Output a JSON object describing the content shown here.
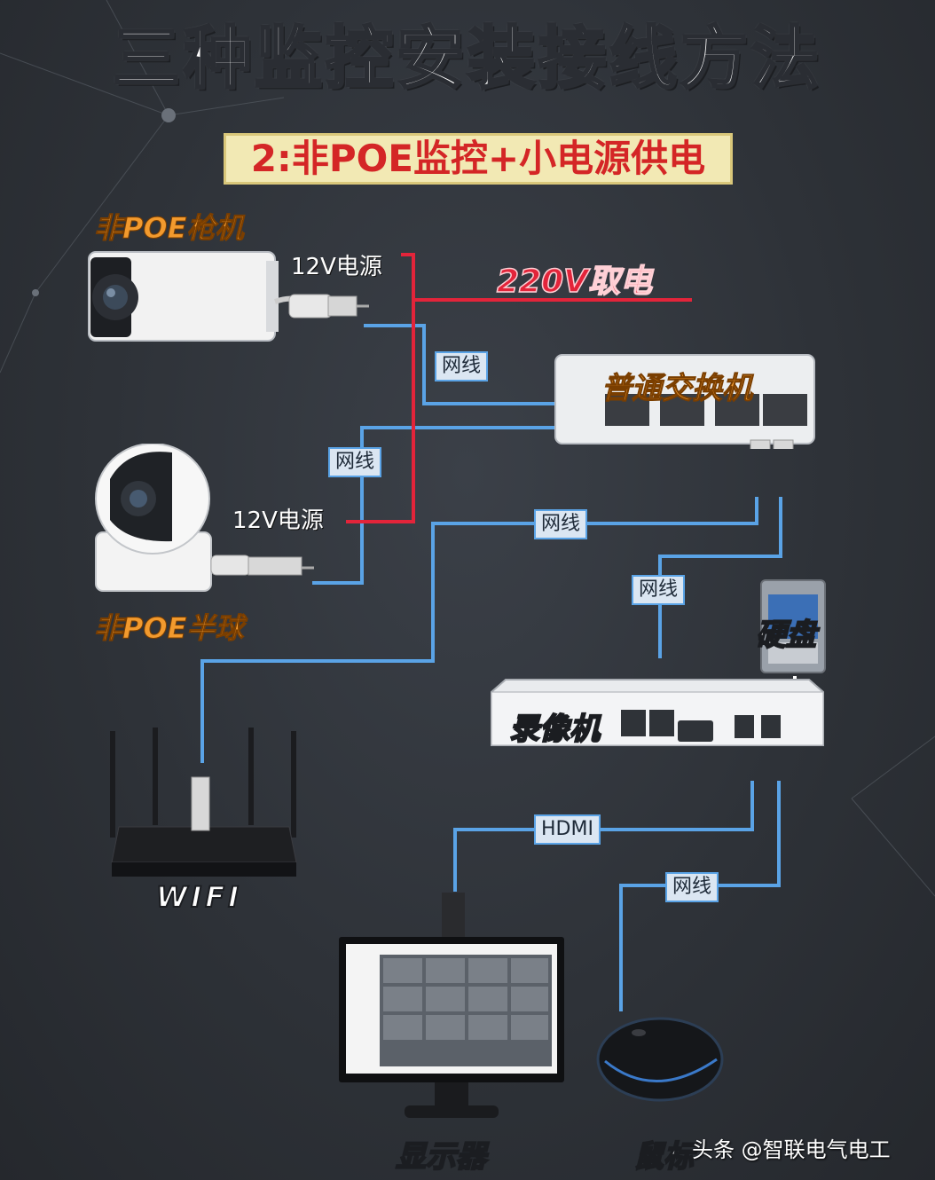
{
  "title": "三种监控安装接线方法",
  "subtitle": "2:非POE监控+小电源供电",
  "labels": {
    "bullet_camera": "非POE枪机",
    "dome_camera": "非POE半球",
    "power_220v": "220V取电",
    "switch": "普通交换机",
    "nvr": "录像机",
    "hdd": "硬盘",
    "router": "WIFI",
    "monitor": "显示器",
    "mouse": "鼠标"
  },
  "power_labels": {
    "top": "12V电源",
    "bottom": "12V电源"
  },
  "cable_tags": {
    "net1": "网线",
    "net2": "网线",
    "net3": "网线",
    "net4": "网线",
    "hdmi": "HDMI",
    "net5": "网线"
  },
  "watermark": "头条 @智联电气电工",
  "colors": {
    "network_cable": "#5aa3e6",
    "power_cable": "#e3243a",
    "label_orange": "#f29a2e",
    "subtitle_bg": "#f2e9b4",
    "subtitle_text": "#d42626"
  }
}
